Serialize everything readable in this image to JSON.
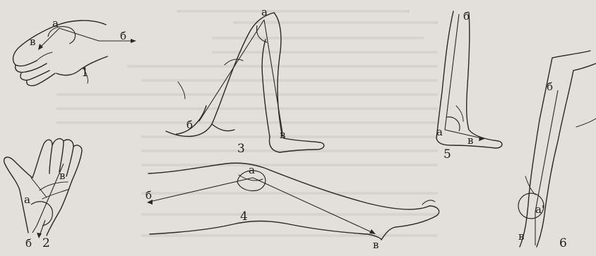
{
  "figures": [
    {
      "number": "1",
      "labels": {
        "a": "а",
        "b": "б",
        "v": "в"
      }
    },
    {
      "number": "2",
      "labels": {
        "a": "а",
        "b": "б",
        "v": "в"
      }
    },
    {
      "number": "3",
      "labels": {
        "a": "а",
        "b": "б",
        "v": "в"
      }
    },
    {
      "number": "4",
      "labels": {
        "a": "а",
        "b": "б",
        "v": "в"
      }
    },
    {
      "number": "5",
      "labels": {
        "a": "а",
        "b": "б",
        "v": "в"
      }
    },
    {
      "number": "6",
      "labels": {
        "a": "а'",
        "b": "б",
        "v": "в"
      }
    }
  ]
}
